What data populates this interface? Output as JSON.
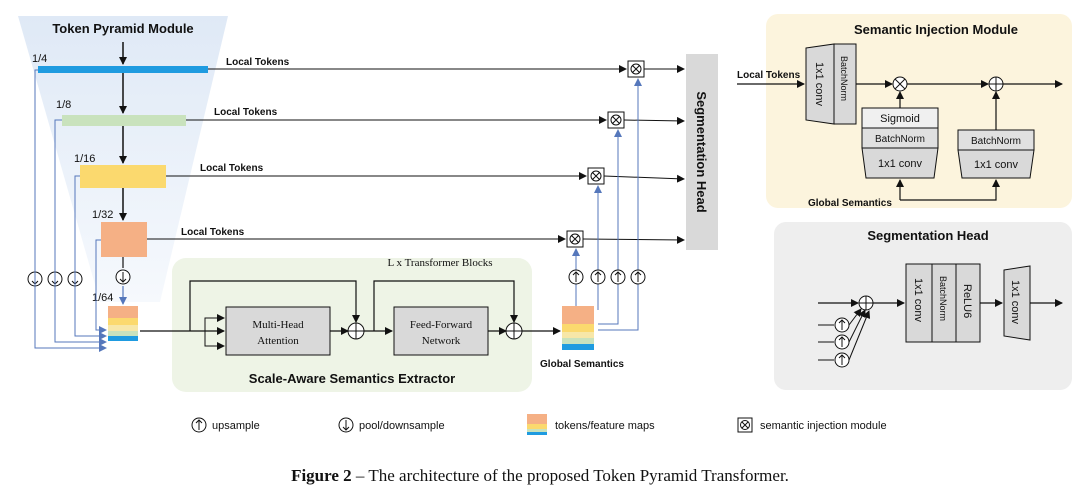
{
  "diagram": {
    "token_pyramid": {
      "title": "Token Pyramid Module",
      "scales": [
        "1/4",
        "1/8",
        "1/16",
        "1/32",
        "1/64"
      ],
      "local_tokens_label": "Local Tokens"
    },
    "extractor": {
      "title": "Scale-Aware Semantics Extractor",
      "transformer_label": "L x Transformer Blocks",
      "mha": [
        "Multi-Head",
        "Attention"
      ],
      "ffn": [
        "Feed-Forward",
        "Network"
      ],
      "global_semantics": "Global Semantics"
    },
    "seg_head_bar": "Segmentation Head",
    "sim_panel": {
      "title": "Semantic Injection Module",
      "local_tokens": "Local Tokens",
      "conv": "1x1 conv",
      "batchnorm": "BatchNorm",
      "sigmoid": "Sigmoid",
      "global_semantics": "Global Semantics"
    },
    "seg_panel": {
      "title": "Segmentation Head",
      "conv": "1x1 conv",
      "batchnorm": "BatchNorm",
      "relu": "ReLU6"
    },
    "legend": {
      "upsample": "upsample",
      "pool": "pool/downsample",
      "tokens": "tokens/feature maps",
      "sim": "semantic injection module"
    },
    "caption": {
      "label": "Figure 2",
      "text": " – The architecture of the proposed Token Pyramid Transformer."
    }
  }
}
